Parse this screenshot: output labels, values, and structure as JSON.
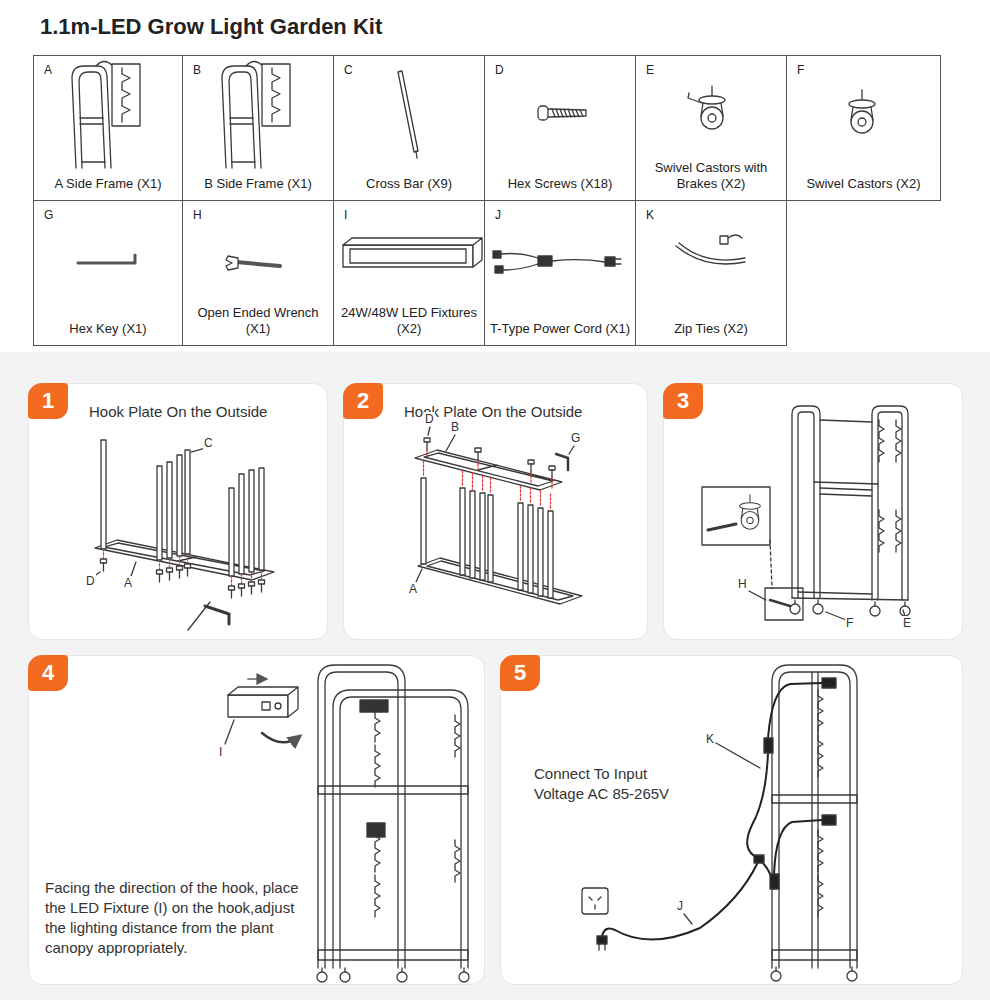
{
  "diagram": {
    "title": "1.1m-LED Grow Light Garden Kit",
    "nodes": [
      {
        "text": [
          "A",
          "A Side Frame (X1)"
        ]
      },
      {
        "text": [
          "B",
          "B Side Frame (X1)"
        ]
      },
      {
        "text": [
          "C",
          "Cross Bar (X9)"
        ]
      },
      {
        "text": [
          "D",
          "Hex Screws (X18)"
        ]
      },
      {
        "text": [
          "E",
          "Swivel Castors with Brakes (X2)"
        ]
      },
      {
        "text": [
          "F",
          "Swivel Castors (X2)"
        ]
      },
      {
        "text": [
          "G",
          "Hex Key (X1)"
        ]
      },
      {
        "text": [
          "H",
          "Open Ended Wrench (X1)"
        ]
      },
      {
        "text": [
          "I",
          "24W/48W LED Fixtures (X2)"
        ]
      },
      {
        "text": [
          "J",
          "T-Type Power Cord (X1)"
        ]
      },
      {
        "text": [
          "K",
          "Zip Ties (X2)"
        ]
      },
      {
        "text": [
          "Hook Plate On the Outside"
        ]
      },
      {
        "text": [
          "1"
        ],
        "in": 11
      },
      {
        "text": [
          "Hook Plate On the Outside"
        ]
      },
      {
        "text": [
          "2"
        ],
        "in": 13
      },
      {
        "text": []
      },
      {
        "text": [
          "3"
        ],
        "in": 15
      },
      {
        "text": [
          "Facing the direction of the hook, place the LED Fixture (I) on the hook,adjust the lighting distance from the plant canopy appropriately."
        ]
      },
      {
        "text": [
          "4"
        ],
        "in": 17
      },
      {
        "text": [
          "Connect To Input Voltage AC 85-265V"
        ]
      },
      {
        "text": [
          "5"
        ],
        "in": 19
      }
    ],
    "labels": [
      "C",
      "D",
      "A",
      "D",
      "B",
      "G",
      "A",
      "H",
      "F",
      "E",
      "I",
      "K",
      "J"
    ]
  }
}
